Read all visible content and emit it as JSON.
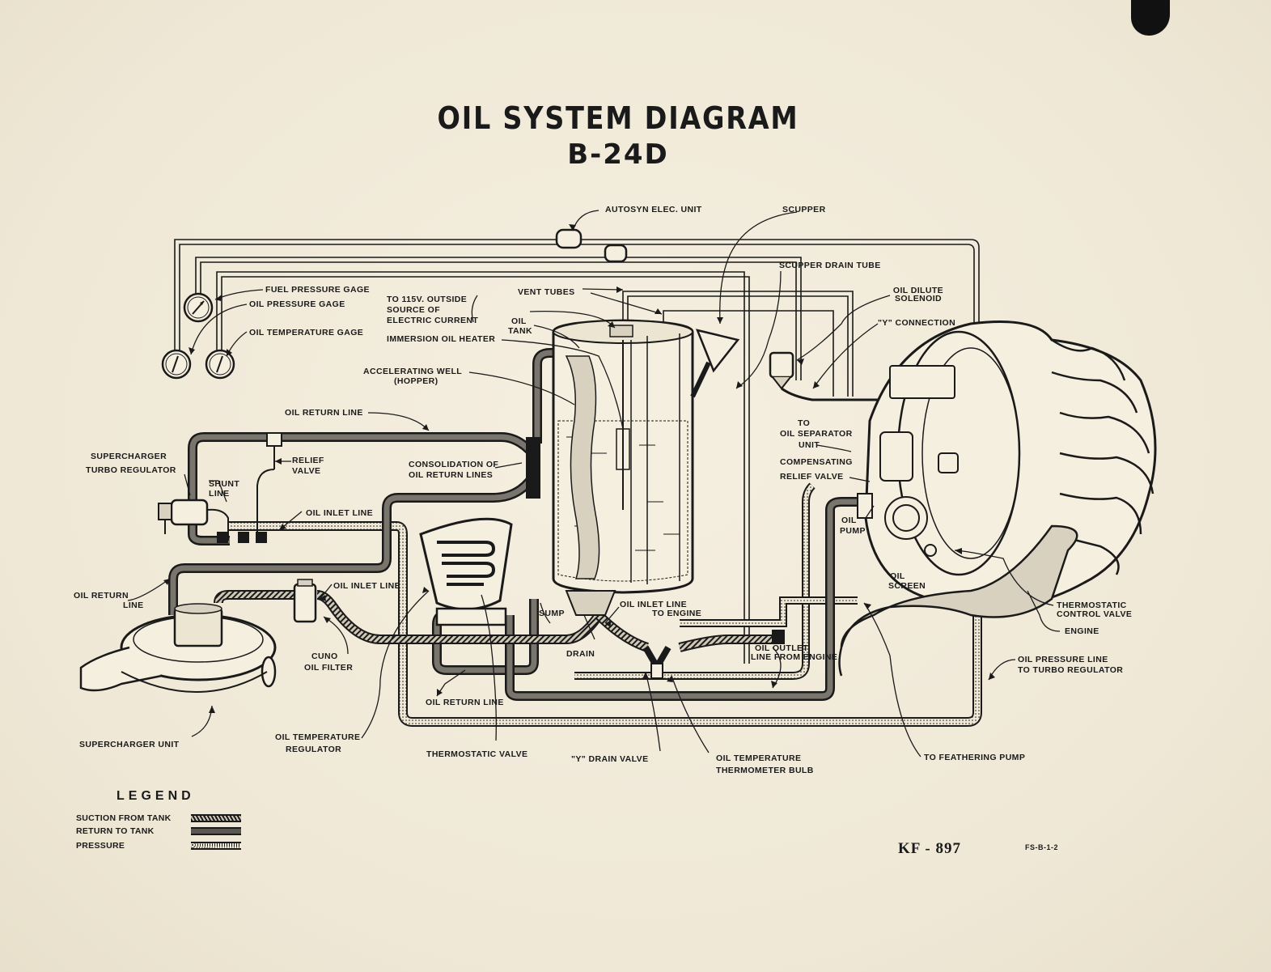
{
  "title": {
    "main": "OIL SYSTEM DIAGRAM",
    "sub": "B-24D"
  },
  "labels": {
    "autosyn": "AUTOSYN ELEC. UNIT",
    "scupper": "SCUPPER",
    "scupper_drain_tube": "SCUPPER DRAIN TUBE",
    "fuel_pressure_gage": "FUEL PRESSURE GAGE",
    "oil_pressure_gage": "OIL PRESSURE GAGE",
    "oil_temperature_gage": "OIL TEMPERATURE GAGE",
    "to_115v_l1": "TO 115V. OUTSIDE",
    "to_115v_l2": "SOURCE OF",
    "to_115v_l3": "ELECTRIC CURRENT",
    "vent_tubes": "VENT TUBES",
    "oil_tank_l1": "OIL",
    "oil_tank_l2": "TANK",
    "immersion_heater": "IMMERSION OIL HEATER",
    "oil_dilute_l1": "OIL DILUTE",
    "oil_dilute_l2": "SOLENOID",
    "y_connection": "\"Y\" CONNECTION",
    "accel_well_l1": "ACCELERATING  WELL",
    "accel_well_l2": "(HOPPER)",
    "oil_return_line_top": "OIL RETURN LINE",
    "supercharger_turbo_l1": "SUPERCHARGER",
    "supercharger_turbo_l2": "TURBO REGULATOR",
    "relief_valve_l1": "RELIEF",
    "relief_valve_l2": "VALVE",
    "shunt_line_l1": "SHUNT",
    "shunt_line_l2": "LINE",
    "consolidation_l1": "CONSOLIDATION  OF",
    "consolidation_l2": "OIL RETURN LINES",
    "to_oil_sep_l1": "TO",
    "to_oil_sep_l2": "OIL SEPARATOR",
    "to_oil_sep_l3": "UNIT",
    "compensating_l1": "COMPENSATING",
    "compensating_l2": "RELIEF  VALVE",
    "oil_inlet_line_1": "OIL INLET LINE",
    "oil_pump_l1": "OIL",
    "oil_pump_l2": "PUMP",
    "oil_screen_l1": "OIL",
    "oil_screen_l2": "SCREEN",
    "oil_return_line_left_l1": "OIL RETURN",
    "oil_return_line_left_l2": "LINE",
    "oil_inlet_line_2": "OIL INLET LINE",
    "sump": "SUMP",
    "oil_inlet_to_engine_l1": "OIL INLET LINE",
    "oil_inlet_to_engine_l2": "TO ENGINE",
    "thermostatic_control_l1": "THERMOSTATIC",
    "thermostatic_control_l2": "CONTROL VALVE",
    "engine": "ENGINE",
    "cuno_l1": "CUNO",
    "cuno_l2": "OIL FILTER",
    "drain": "DRAIN",
    "oil_outlet_l1": "OIL OUTLET",
    "oil_outlet_l2": "LINE FROM ENGINE",
    "oil_pressure_turbo_l1": "OIL PRESSURE LINE",
    "oil_pressure_turbo_l2": "TO TURBO REGULATOR",
    "oil_return_line_bottom": "OIL RETURN LINE",
    "supercharger_unit": "SUPERCHARGER  UNIT",
    "oil_temp_regulator_l1": "OIL TEMPERATURE",
    "oil_temp_regulator_l2": "REGULATOR",
    "thermostatic_valve": "THERMOSTATIC VALVE",
    "y_drain_valve": "\"Y\"  DRAIN  VALVE",
    "oil_temp_bulb_l1": "OIL TEMPERATURE",
    "oil_temp_bulb_l2": "THERMOMETER BULB",
    "to_feathering_pump": "TO FEATHERING PUMP"
  },
  "legend": {
    "title": "LEGEND",
    "items": [
      {
        "label": "SUCTION FROM TANK",
        "pattern": "suction"
      },
      {
        "label": "RETURN  TO  TANK",
        "pattern": "return"
      },
      {
        "label": "PRESSURE",
        "pattern": "pressure"
      }
    ]
  },
  "footer": {
    "doc_number": "KF  -  897",
    "form_number": "FS-B-1-2"
  },
  "colors": {
    "paper": "#f2ecdc",
    "ink": "#1a1a1a"
  }
}
